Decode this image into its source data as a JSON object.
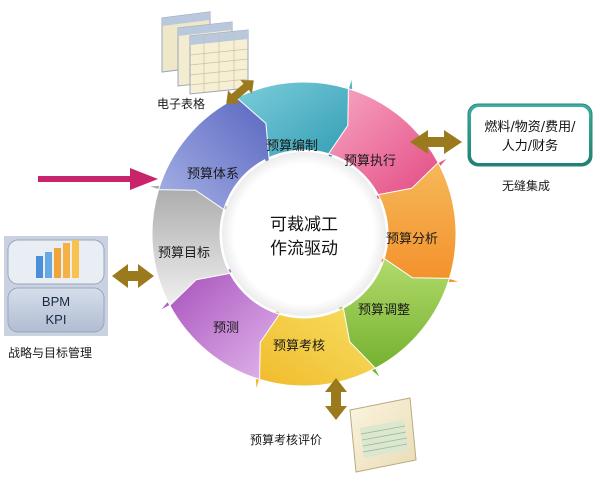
{
  "center": {
    "line1": "可裁减工",
    "line2": "作流驱动"
  },
  "cycle": [
    {
      "label": "预算编制",
      "color": "#4fb6c9"
    },
    {
      "label": "预算执行",
      "color": "#e8618f"
    },
    {
      "label": "预算分析",
      "color": "#f39a2e"
    },
    {
      "label": "预算调整",
      "color": "#8cc43d"
    },
    {
      "label": "预算考核",
      "color": "#f2cd2e"
    },
    {
      "label": "预测",
      "color": "#b260c2"
    },
    {
      "label": "预算目标",
      "color": "#b8b8b8"
    },
    {
      "label": "预算体系",
      "color": "#6572c4"
    }
  ],
  "top_item": {
    "label": "电子表格"
  },
  "right_item": {
    "box_line1": "燃料/物资/费用/",
    "box_line2": "人力/财务",
    "label": "无缝集成"
  },
  "left_item": {
    "bpm": "BPM",
    "kpi": "KPI",
    "label": "战略与目标管理"
  },
  "bottom_item": {
    "label": "预算考核评价"
  },
  "colors": {
    "input_arrow": "#c8246b",
    "double_arrow": "#9a7a1c",
    "right_box": "#2f9a8c",
    "left_panel": "#b6c2d6"
  }
}
